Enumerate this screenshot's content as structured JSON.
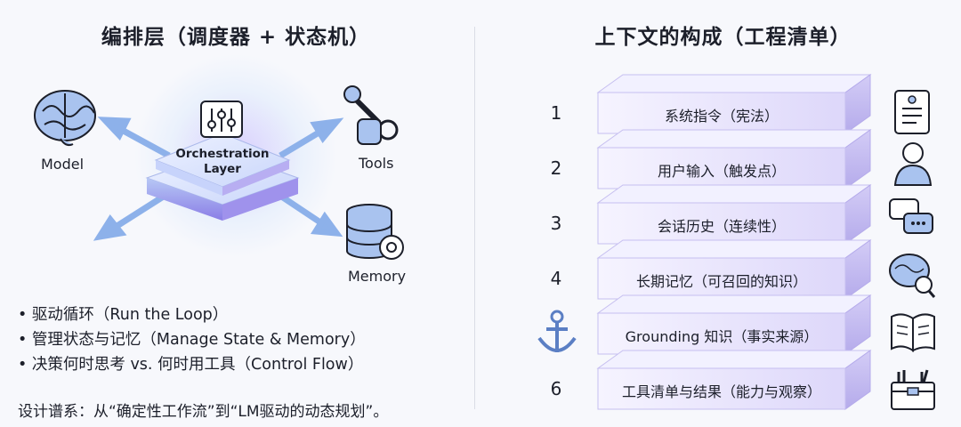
{
  "left": {
    "title": "编排层（调度器 + 状态机）",
    "nodes": {
      "model": "Model",
      "tools": "Tools",
      "memory": "Memory",
      "orchestration_line1": "Orchestration",
      "orchestration_line2": "Layer"
    },
    "bullets": [
      "驱动循环（Run the Loop）",
      "管理状态与记忆（Manage State & Memory）",
      "决策何时思考 vs. 何时用工具（Control Flow）"
    ],
    "footnote": "设计谱系：从“确定性工作流”到“LM驱动的动态规划”。"
  },
  "right": {
    "title": "上下文的构成（工程清单）",
    "layers": [
      {
        "num": "1",
        "label": "系统指令（宪法）",
        "icon": "scroll-icon"
      },
      {
        "num": "2",
        "label": "用户输入（触发点）",
        "icon": "user-icon"
      },
      {
        "num": "3",
        "label": "会话历史（连续性）",
        "icon": "chat-icon"
      },
      {
        "num": "4",
        "label": "长期记忆（可召回的知识）",
        "icon": "brain-search-icon"
      },
      {
        "num": "",
        "label": "Grounding 知识（事实来源）",
        "icon": "book-icon"
      },
      {
        "num": "6",
        "label": "工具清单与结果（能力与观察）",
        "icon": "toolbox-icon"
      }
    ]
  },
  "colors": {
    "accent_blue": "#7fa8e8",
    "layer_fill": "#e9e6fb",
    "glow": "#b69cff"
  }
}
